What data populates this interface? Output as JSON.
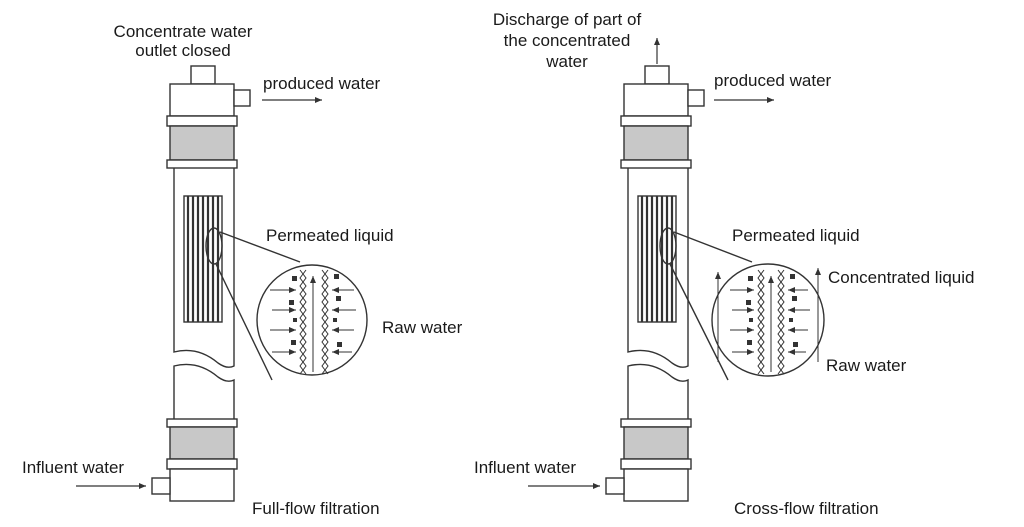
{
  "left_panel": {
    "outlet_label_line1": "Concentrate water",
    "outlet_label_line2": "outlet closed",
    "produced_water": "produced water",
    "permeated_liquid": "Permeated liquid",
    "raw_water": "Raw water",
    "influent_water": "Influent water",
    "caption": "Full-flow filtration"
  },
  "right_panel": {
    "discharge_line1": "Discharge of part of",
    "discharge_line2": "the concentrated",
    "discharge_line3": "water",
    "produced_water": "produced water",
    "permeated_liquid": "Permeated liquid",
    "concentrated_liquid": "Concentrated liquid",
    "raw_water": "Raw water",
    "influent_water": "Influent water",
    "caption": "Cross-flow filtration"
  },
  "colors": {
    "stroke": "#333333",
    "band_fill": "#c8c8c8",
    "background": "#ffffff"
  }
}
